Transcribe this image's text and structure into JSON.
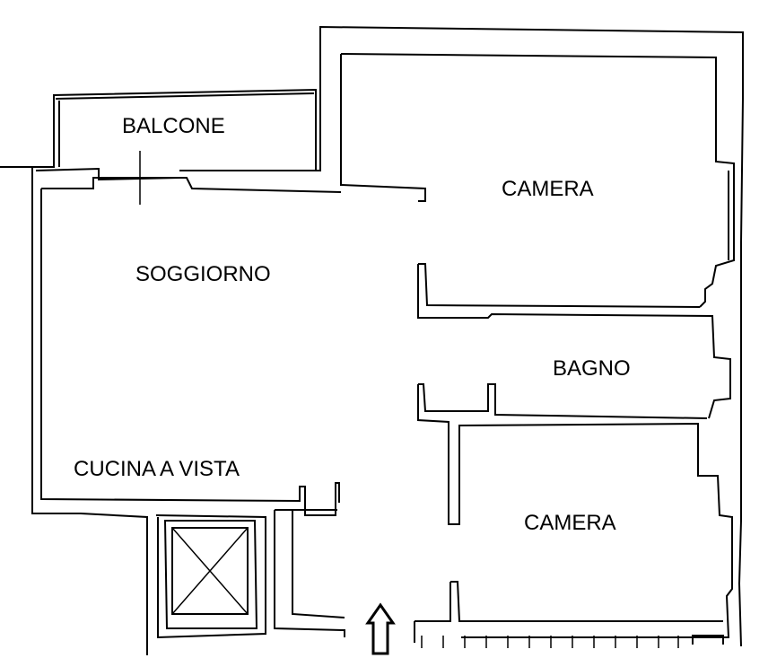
{
  "rooms": {
    "balcone": "BALCONE",
    "camera_top": "CAMERA",
    "soggiorno": "SOGGIORNO",
    "bagno": "BAGNO",
    "cucina": "CUCINA A VISTA",
    "camera_bottom": "CAMERA"
  },
  "icons": {
    "entrance": "entrance-arrow-icon",
    "elevator": "elevator-shaft-icon"
  }
}
